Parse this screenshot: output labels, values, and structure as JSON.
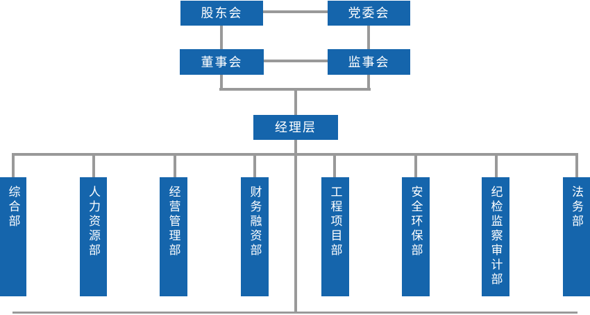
{
  "chart": {
    "title": "company-organization-chart",
    "governance_nodes": [
      {
        "id": "shareholders-meeting",
        "label": "股东会"
      },
      {
        "id": "party-committee",
        "label": "党委会"
      },
      {
        "id": "board-of-directors",
        "label": "董事会"
      },
      {
        "id": "supervisory-board",
        "label": "监事会"
      },
      {
        "id": "management-level",
        "label": "经理层"
      }
    ],
    "departments": [
      {
        "id": "general-affairs",
        "label": "综合部"
      },
      {
        "id": "human-resources",
        "label": "人力资源部"
      },
      {
        "id": "business-management",
        "label": "经营管理部"
      },
      {
        "id": "finance-financing",
        "label": "财务融资部"
      },
      {
        "id": "engineering-projects",
        "label": "工程项目部"
      },
      {
        "id": "safety-environment",
        "label": "安全环保部"
      },
      {
        "id": "discipline-supervision-audit",
        "label": "纪检监察审计部"
      },
      {
        "id": "legal-affairs",
        "label": "法务部"
      }
    ],
    "colors": {
      "node_fill": "#1565AC",
      "connector": "#999999",
      "node_text": "#FFFFFF",
      "canvas_bg": "#FFFFFF"
    }
  }
}
